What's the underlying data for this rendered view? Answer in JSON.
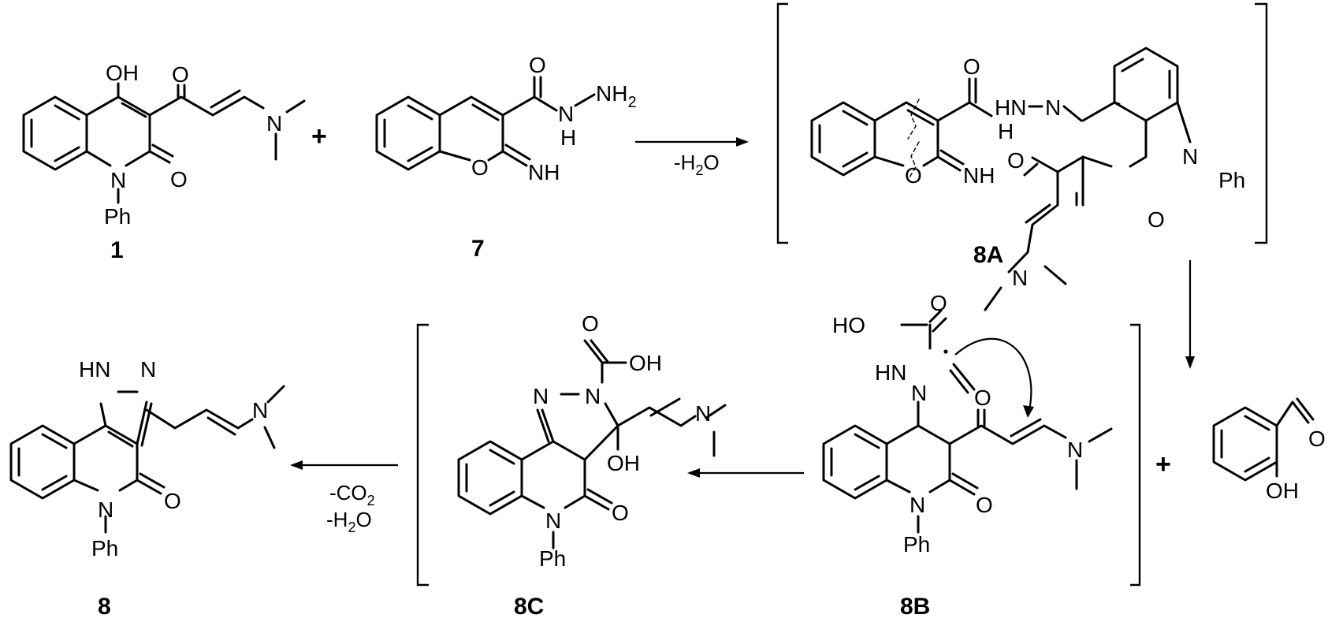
{
  "compounds": {
    "c1": {
      "label": "1",
      "atoms": {
        "OH": "OH",
        "O_ketone": "O",
        "N_amine": "N",
        "O_lactam": "O",
        "N_ring": "N",
        "Ph": "Ph"
      }
    },
    "c7": {
      "label": "7",
      "atoms": {
        "O_carbonyl": "O",
        "NH2": "NH",
        "NH2_sub": "2",
        "NH_link": "N",
        "H_link": "H",
        "O_ring": "O",
        "NH_imine": "NH"
      }
    },
    "c8A": {
      "label": "8A",
      "atoms": {
        "O_top": "O",
        "HN": "HN",
        "N_eq": "N",
        "H": "H",
        "O_ring": "O",
        "NH": "NH",
        "O_ketone": "O",
        "N_ring": "N",
        "Ph": "Ph",
        "O_lactam": "O",
        "N_amine": "N"
      }
    },
    "c8B": {
      "label": "8B",
      "atoms": {
        "HO": "HO",
        "O_acid": "O",
        "HN": "HN",
        "N_eq": "N",
        "O_ketone": "O",
        "N_amine": "N",
        "O_lactam": "O",
        "N_ring": "N",
        "Ph": "Ph"
      }
    },
    "c8C": {
      "label": "8C",
      "atoms": {
        "O_acid": "O",
        "OH_acid": "OH",
        "N1": "N",
        "N2": "N",
        "N_amine": "N",
        "OH": "OH",
        "O_lactam": "O",
        "N_ring": "N",
        "Ph": "Ph"
      }
    },
    "c8": {
      "label": "8",
      "atoms": {
        "HN": "HN",
        "N": "N",
        "N_amine": "N",
        "O_lactam": "O",
        "N_ring": "N",
        "Ph": "Ph"
      }
    },
    "salicylaldehyde": {
      "atoms": {
        "O_ald": "O",
        "OH": "OH"
      }
    }
  },
  "plus_signs": [
    "+",
    "+"
  ],
  "conditions": {
    "step1": {
      "prefix": "-H",
      "sub": "2",
      "suffix": "O"
    },
    "step_final_a": {
      "prefix": "-CO",
      "sub": "2",
      "suffix": ""
    },
    "step_final_b": {
      "prefix": "-H",
      "sub": "2",
      "suffix": "O"
    }
  }
}
